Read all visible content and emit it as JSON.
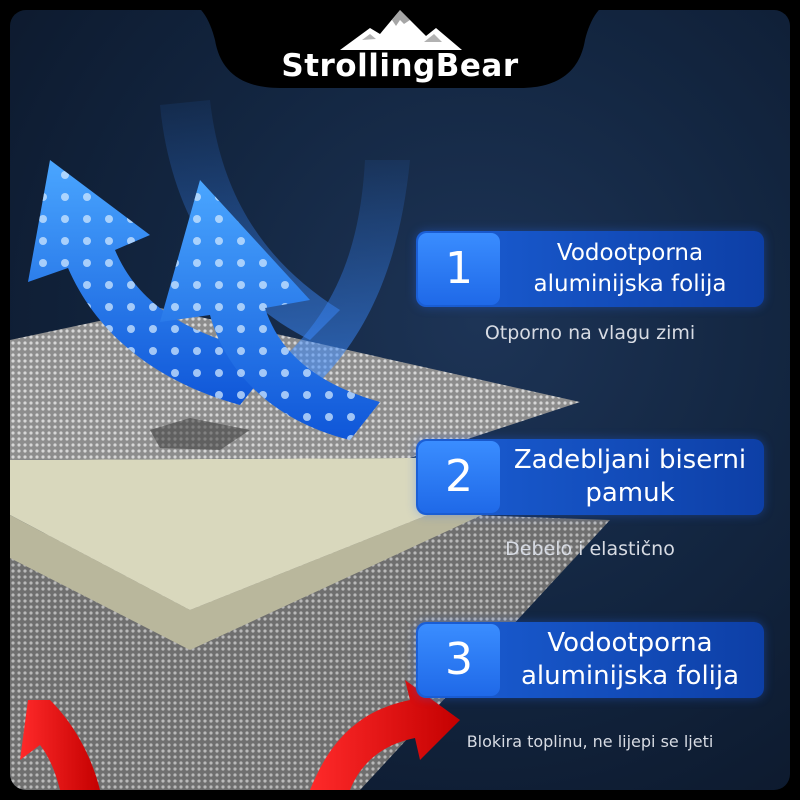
{
  "brand": {
    "name": "StrollingBear",
    "logo_icon": "mountain-icon"
  },
  "layers": [
    {
      "number": "1",
      "title": "Vodootporna aluminijska folija",
      "note": "Otporno na vlagu zimi"
    },
    {
      "number": "2",
      "title": "Zadebljani biserni pamuk",
      "note": "Debelo i elastično"
    },
    {
      "number": "3",
      "title": "Vodootporna aluminijska folija",
      "note": "Blokira toplinu, ne lijepi se ljeti"
    }
  ],
  "colors": {
    "background": "#132641",
    "badge": "#1b5fd6",
    "foil": "#9a9a9a",
    "foam": "#d9d8bd",
    "cold_arrow": "#2f8dff",
    "heat_arrow": "#e01010"
  },
  "icons": [
    "cold-arrow-icon",
    "heat-arrow-icon",
    "mountain-icon"
  ]
}
